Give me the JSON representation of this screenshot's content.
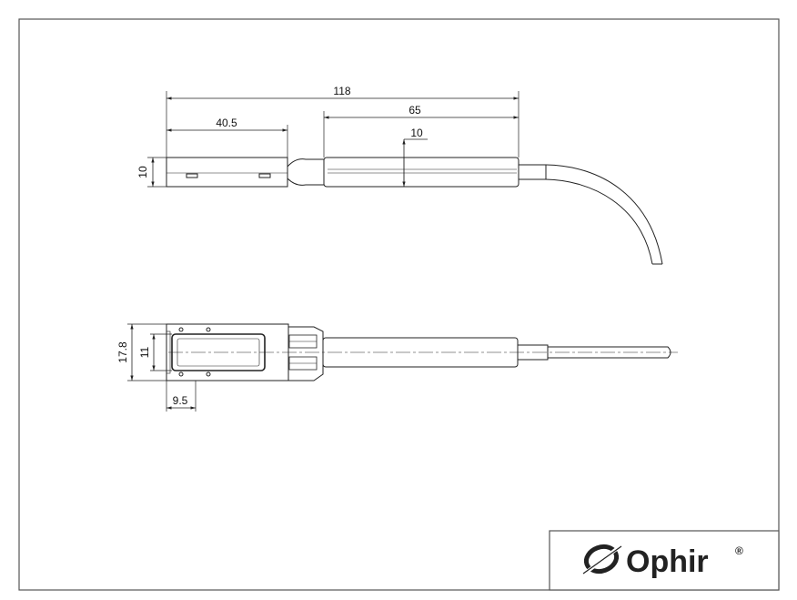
{
  "dimensions": {
    "overall_length": "118",
    "head_length": "40.5",
    "handle_length": "65",
    "handle_diameter": "10",
    "head_thickness": "10",
    "head_width": "17.8",
    "aperture_width": "11",
    "aperture_offset": "9.5"
  },
  "logo": {
    "brand": "Ophir",
    "mark": "®"
  },
  "colors": {
    "line": "#222222",
    "border": "#555555",
    "background": "#ffffff"
  }
}
